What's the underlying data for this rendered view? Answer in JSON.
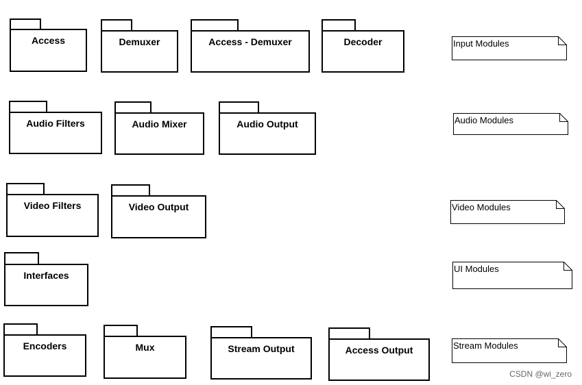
{
  "packages": {
    "access": "Access",
    "demuxer": "Demuxer",
    "access_demuxer": "Access - Demuxer",
    "decoder": "Decoder",
    "audio_filters": "Audio Filters",
    "audio_mixer": "Audio Mixer",
    "audio_output": "Audio Output",
    "video_filters": "Video Filters",
    "video_output": "Video Output",
    "interfaces": "Interfaces",
    "encoders": "Encoders",
    "mux": "Mux",
    "stream_output": "Stream Output",
    "access_output": "Access Output"
  },
  "notes": {
    "input_modules": "Input Modules",
    "audio_modules": "Audio Modules",
    "video_modules": "Video Modules",
    "ui_modules": "UI Modules",
    "stream_modules": "Stream Modules"
  },
  "watermark": "CSDN @wi_zero"
}
